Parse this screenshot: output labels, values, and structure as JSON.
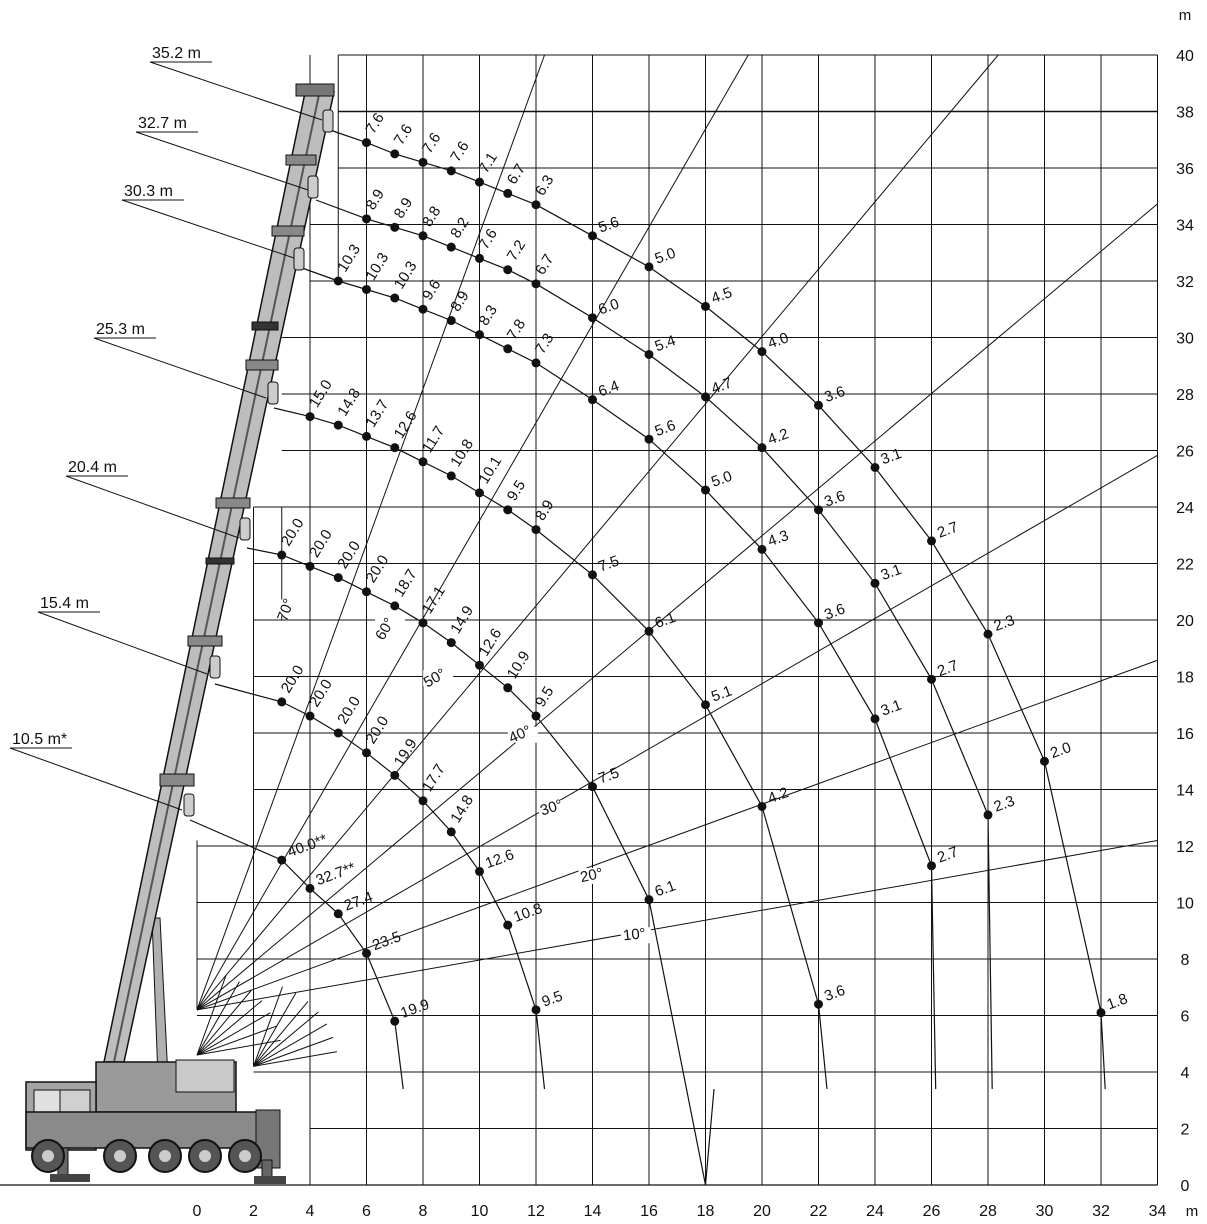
{
  "axes": {
    "x_unit": "m",
    "y_unit": "m",
    "x_ticks": [
      0,
      2,
      4,
      6,
      8,
      10,
      12,
      14,
      16,
      18,
      20,
      22,
      24,
      26,
      28,
      30,
      32,
      34
    ],
    "y_ticks": [
      0,
      2,
      4,
      6,
      8,
      10,
      12,
      14,
      16,
      18,
      20,
      22,
      24,
      26,
      28,
      30,
      32,
      34,
      36,
      38,
      40
    ]
  },
  "colors": {
    "line": "#111111",
    "boom": "#b9b9b9",
    "boom_dark": "#555555",
    "truck": "#9a9a9a"
  },
  "angles": [
    {
      "label": "10°",
      "deg": 10
    },
    {
      "label": "20°",
      "deg": 20
    },
    {
      "label": "30°",
      "deg": 30
    },
    {
      "label": "40°",
      "deg": 40
    },
    {
      "label": "50°",
      "deg": 50
    },
    {
      "label": "60°",
      "deg": 60
    },
    {
      "label": "70°",
      "deg": 70
    }
  ],
  "booms": [
    {
      "label": "10.5 m*",
      "points": [
        {
          "x": 3,
          "y": 11.5,
          "v": "40.0**"
        },
        {
          "x": 4,
          "y": 10.5,
          "v": "32.7**"
        },
        {
          "x": 5,
          "y": 9.6,
          "v": "27.4"
        },
        {
          "x": 6,
          "y": 8.2,
          "v": "23.5"
        },
        {
          "x": 7,
          "y": 5.8,
          "v": "19.9"
        }
      ]
    },
    {
      "label": "15.4 m",
      "points": [
        {
          "x": 3,
          "y": 17.1,
          "v": "20.0"
        },
        {
          "x": 4,
          "y": 16.6,
          "v": "20.0"
        },
        {
          "x": 5,
          "y": 16.0,
          "v": "20.0"
        },
        {
          "x": 6,
          "y": 15.3,
          "v": "20.0"
        },
        {
          "x": 7,
          "y": 14.5,
          "v": "19.9"
        },
        {
          "x": 8,
          "y": 13.6,
          "v": "17.7"
        },
        {
          "x": 9,
          "y": 12.5,
          "v": "14.8"
        },
        {
          "x": 10,
          "y": 11.1,
          "v": "12.6"
        },
        {
          "x": 11,
          "y": 9.2,
          "v": "10.8"
        },
        {
          "x": 12,
          "y": 6.2,
          "v": "9.5"
        }
      ]
    },
    {
      "label": "20.4 m",
      "points": [
        {
          "x": 3,
          "y": 22.3,
          "v": "20.0"
        },
        {
          "x": 4,
          "y": 21.9,
          "v": "20.0"
        },
        {
          "x": 5,
          "y": 21.5,
          "v": "20.0"
        },
        {
          "x": 6,
          "y": 21.0,
          "v": "20.0"
        },
        {
          "x": 7,
          "y": 20.5,
          "v": "18.7"
        },
        {
          "x": 8,
          "y": 19.9,
          "v": "17.1"
        },
        {
          "x": 9,
          "y": 19.2,
          "v": "14.9"
        },
        {
          "x": 10,
          "y": 18.4,
          "v": "12.6"
        },
        {
          "x": 11,
          "y": 17.6,
          "v": "10.9"
        },
        {
          "x": 12,
          "y": 16.6,
          "v": "9.5"
        },
        {
          "x": 14,
          "y": 14.1,
          "v": "7.5"
        },
        {
          "x": 16,
          "y": 10.1,
          "v": "6.1"
        },
        {
          "x": 18,
          "y": 0,
          "v": ""
        }
      ]
    },
    {
      "label": "25.3 m",
      "points": [
        {
          "x": 4,
          "y": 27.2,
          "v": "15.0"
        },
        {
          "x": 5,
          "y": 26.9,
          "v": "14.8"
        },
        {
          "x": 6,
          "y": 26.5,
          "v": "13.7"
        },
        {
          "x": 7,
          "y": 26.1,
          "v": "12.6"
        },
        {
          "x": 8,
          "y": 25.6,
          "v": "11.7"
        },
        {
          "x": 9,
          "y": 25.1,
          "v": "10.8"
        },
        {
          "x": 10,
          "y": 24.5,
          "v": "10.1"
        },
        {
          "x": 11,
          "y": 23.9,
          "v": "9.5"
        },
        {
          "x": 12,
          "y": 23.2,
          "v": "8.9"
        },
        {
          "x": 14,
          "y": 21.6,
          "v": "7.5"
        },
        {
          "x": 16,
          "y": 19.6,
          "v": "6.1"
        },
        {
          "x": 18,
          "y": 17.0,
          "v": "5.1"
        },
        {
          "x": 20,
          "y": 13.4,
          "v": "4.2"
        },
        {
          "x": 22,
          "y": 6.4,
          "v": "3.6"
        }
      ]
    },
    {
      "label": "30.3 m",
      "points": [
        {
          "x": 5,
          "y": 32.0,
          "v": "10.3"
        },
        {
          "x": 6,
          "y": 31.7,
          "v": "10.3"
        },
        {
          "x": 7,
          "y": 31.4,
          "v": "10.3"
        },
        {
          "x": 8,
          "y": 31.0,
          "v": "9.6"
        },
        {
          "x": 9,
          "y": 30.6,
          "v": "8.9"
        },
        {
          "x": 10,
          "y": 30.1,
          "v": "8.3"
        },
        {
          "x": 11,
          "y": 29.6,
          "v": "7.8"
        },
        {
          "x": 12,
          "y": 29.1,
          "v": "7.3"
        },
        {
          "x": 14,
          "y": 27.8,
          "v": "6.4"
        },
        {
          "x": 16,
          "y": 26.4,
          "v": "5.6"
        },
        {
          "x": 18,
          "y": 24.6,
          "v": "5.0"
        },
        {
          "x": 20,
          "y": 22.5,
          "v": "4.3"
        },
        {
          "x": 22,
          "y": 19.9,
          "v": "3.6"
        },
        {
          "x": 24,
          "y": 16.5,
          "v": "3.1"
        },
        {
          "x": 26,
          "y": 11.3,
          "v": "2.7"
        }
      ]
    },
    {
      "label": "32.7 m",
      "points": [
        {
          "x": 6,
          "y": 34.2,
          "v": "8.9"
        },
        {
          "x": 7,
          "y": 33.9,
          "v": "8.9"
        },
        {
          "x": 8,
          "y": 33.6,
          "v": "8.8"
        },
        {
          "x": 9,
          "y": 33.2,
          "v": "8.2"
        },
        {
          "x": 10,
          "y": 32.8,
          "v": "7.6"
        },
        {
          "x": 11,
          "y": 32.4,
          "v": "7.2"
        },
        {
          "x": 12,
          "y": 31.9,
          "v": "6.7"
        },
        {
          "x": 14,
          "y": 30.7,
          "v": "6.0"
        },
        {
          "x": 16,
          "y": 29.4,
          "v": "5.4"
        },
        {
          "x": 18,
          "y": 27.9,
          "v": "4.7"
        },
        {
          "x": 20,
          "y": 26.1,
          "v": "4.2"
        },
        {
          "x": 22,
          "y": 23.9,
          "v": "3.6"
        },
        {
          "x": 24,
          "y": 21.3,
          "v": "3.1"
        },
        {
          "x": 26,
          "y": 17.9,
          "v": "2.7"
        },
        {
          "x": 28,
          "y": 13.1,
          "v": "2.3"
        }
      ]
    },
    {
      "label": "35.2 m",
      "points": [
        {
          "x": 6,
          "y": 36.9,
          "v": "7.6"
        },
        {
          "x": 7,
          "y": 36.5,
          "v": "7.6"
        },
        {
          "x": 8,
          "y": 36.2,
          "v": "7.6"
        },
        {
          "x": 9,
          "y": 35.9,
          "v": "7.6"
        },
        {
          "x": 10,
          "y": 35.5,
          "v": "7.1"
        },
        {
          "x": 11,
          "y": 35.1,
          "v": "6.7"
        },
        {
          "x": 12,
          "y": 34.7,
          "v": "6.3"
        },
        {
          "x": 14,
          "y": 33.6,
          "v": "5.6"
        },
        {
          "x": 16,
          "y": 32.5,
          "v": "5.0"
        },
        {
          "x": 18,
          "y": 31.1,
          "v": "4.5"
        },
        {
          "x": 20,
          "y": 29.5,
          "v": "4.0"
        },
        {
          "x": 22,
          "y": 27.6,
          "v": "3.6"
        },
        {
          "x": 24,
          "y": 25.4,
          "v": "3.1"
        },
        {
          "x": 26,
          "y": 22.8,
          "v": "2.7"
        },
        {
          "x": 28,
          "y": 19.5,
          "v": "2.3"
        },
        {
          "x": 30,
          "y": 15.0,
          "v": "2.0"
        },
        {
          "x": 32,
          "y": 6.1,
          "v": "1.8"
        }
      ]
    }
  ]
}
